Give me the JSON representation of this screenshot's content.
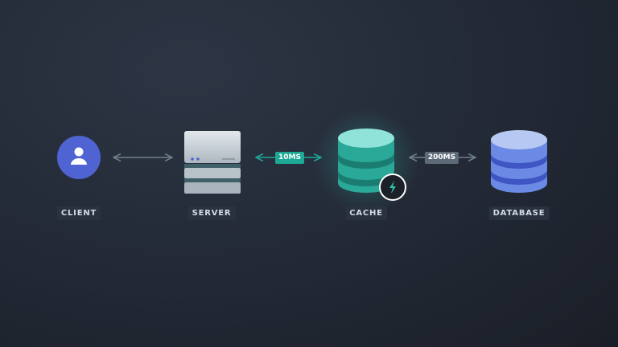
{
  "nodes": [
    {
      "label": "CLIENT",
      "icon": "user-icon"
    },
    {
      "label": "SERVER",
      "icon": "server-icon"
    },
    {
      "label": "CACHE",
      "icon": "cache-database-icon"
    },
    {
      "label": "DATABASE",
      "icon": "database-icon"
    }
  ],
  "links": [
    {
      "label": ""
    },
    {
      "label": "10MS"
    },
    {
      "label": "200MS"
    }
  ],
  "colors": {
    "client": "#4f63d2",
    "cache": "#2fbfaa",
    "database": "#5a78e0",
    "server": "#c9d1d8",
    "accent": "#1ea896",
    "latency_slow": "#5d6a78"
  }
}
